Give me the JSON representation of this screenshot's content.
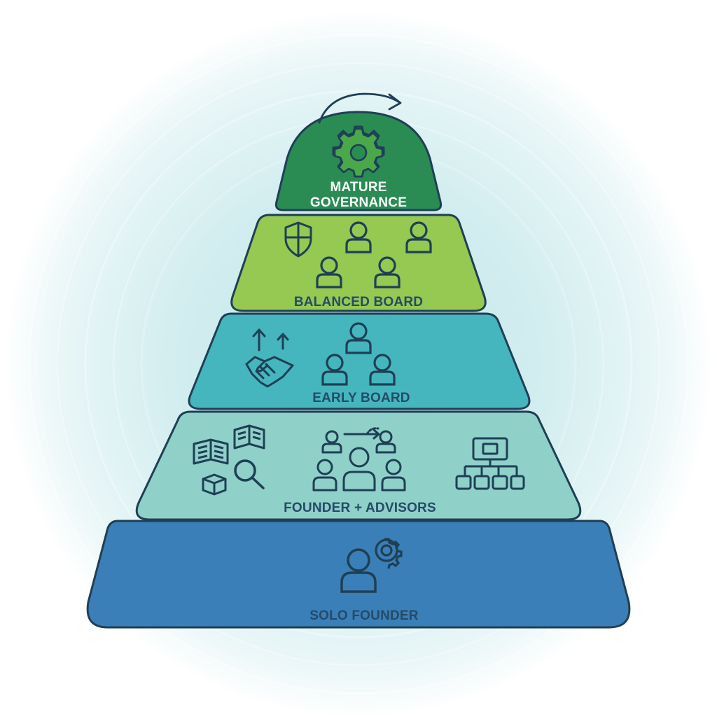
{
  "colors": {
    "outline": "#1f3f56",
    "tier_mature": "#2a8c53",
    "tier_balanced": "#95c951",
    "tier_early": "#45b6bd",
    "tier_advisors": "#8fd1c8",
    "tier_solo": "#3a7fb7",
    "halo": "#d8eef0",
    "mature_text": "#ffffff",
    "label_text": "#264a68"
  },
  "tiers": [
    {
      "id": "mature",
      "lines": [
        "MATURE",
        "GOVERNANCE"
      ],
      "icons": [
        "gear-icon",
        "curved-arrow-icon"
      ]
    },
    {
      "id": "balanced",
      "lines": [
        "BALANCED BOARD"
      ],
      "icons": [
        "shield-icon",
        "person-icon",
        "person-icon",
        "person-icon",
        "person-icon"
      ]
    },
    {
      "id": "early",
      "lines": [
        "EARLY BOARD"
      ],
      "icons": [
        "up-arrows-icon",
        "handshake-icon",
        "person-icon",
        "person-icon",
        "person-icon"
      ]
    },
    {
      "id": "advisors",
      "lines": [
        "FOUNDER + ADVISORS"
      ],
      "icons": [
        "book-icon",
        "book-icon",
        "magnifier-icon",
        "boxes-icon",
        "team-transfer-icon",
        "org-chart-icon"
      ]
    },
    {
      "id": "solo",
      "lines": [
        "SOLO FOUNDER"
      ],
      "icons": [
        "person-icon",
        "gear-icon"
      ]
    }
  ]
}
